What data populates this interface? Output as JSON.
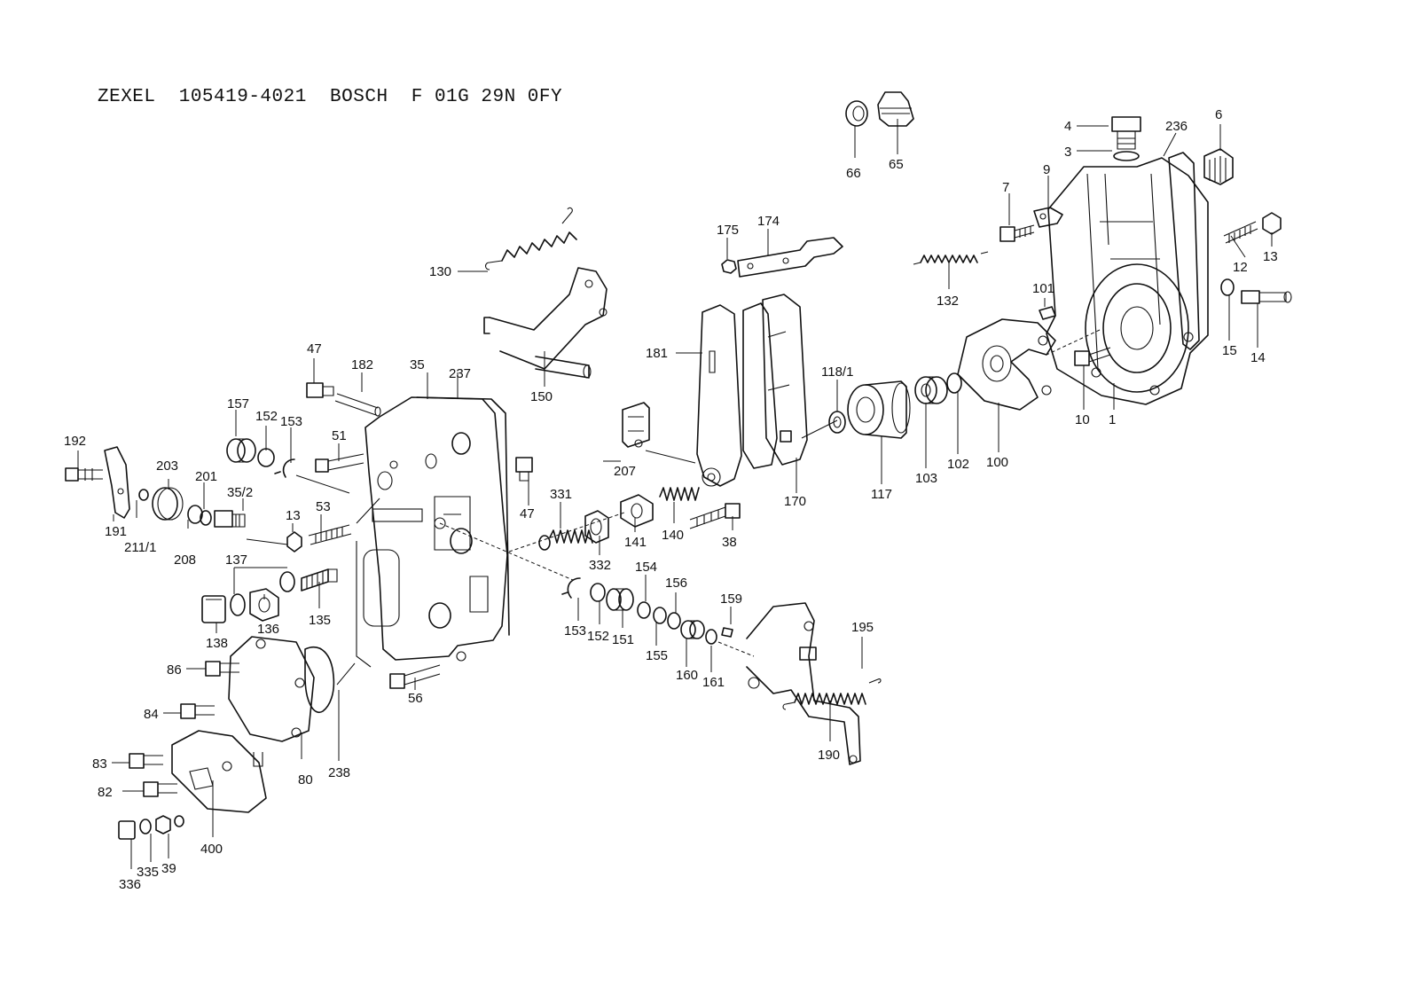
{
  "title": "ZEXEL  105419-4021  BOSCH  F 01G 29N 0FY",
  "labels": {
    "p1": "1",
    "p3": "3",
    "p4": "4",
    "p6": "6",
    "p7": "7",
    "p9": "9",
    "p10": "10",
    "p12": "12",
    "p13a": "13",
    "p13b": "13",
    "p14": "14",
    "p15": "15",
    "p35": "35",
    "p35_2": "35/2",
    "p38": "38",
    "p39": "39",
    "p47a": "47",
    "p47b": "47",
    "p51": "51",
    "p53": "53",
    "p56": "56",
    "p65": "65",
    "p66": "66",
    "p80": "80",
    "p82": "82",
    "p83": "83",
    "p84": "84",
    "p86": "86",
    "p100": "100",
    "p101": "101",
    "p102": "102",
    "p103": "103",
    "p117": "117",
    "p118_1": "118/1",
    "p130": "130",
    "p132": "132",
    "p135": "135",
    "p136": "136",
    "p137": "137",
    "p138": "138",
    "p140": "140",
    "p141": "141",
    "p150": "150",
    "p151": "151",
    "p152a": "152",
    "p152b": "152",
    "p153a": "153",
    "p153b": "153",
    "p154": "154",
    "p155": "155",
    "p156": "156",
    "p157": "157",
    "p159": "159",
    "p160": "160",
    "p161": "161",
    "p170": "170",
    "p174": "174",
    "p175": "175",
    "p181": "181",
    "p182": "182",
    "p190": "190",
    "p191": "191",
    "p192": "192",
    "p195": "195",
    "p201": "201",
    "p203": "203",
    "p207": "207",
    "p208": "208",
    "p211_1": "211/1",
    "p236": "236",
    "p237": "237",
    "p238": "238",
    "p331": "331",
    "p332": "332",
    "p335": "335",
    "p336": "336",
    "p400": "400"
  }
}
